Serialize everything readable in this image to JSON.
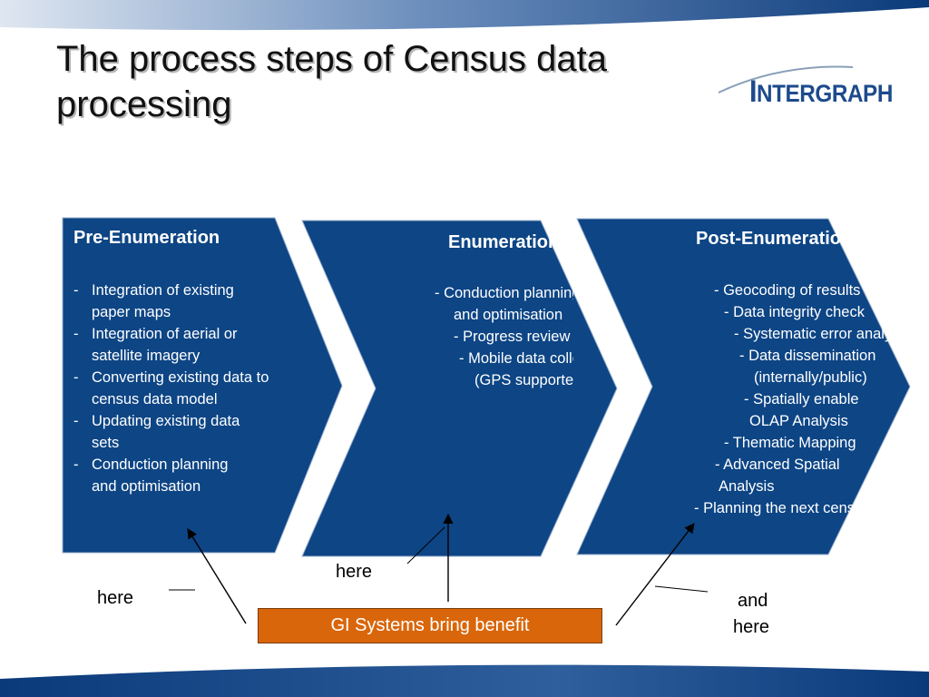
{
  "slide": {
    "title": "The process steps of Census data processing",
    "logo": "INTERGRAPH"
  },
  "stages": {
    "pre": {
      "title": "Pre-Enumeration",
      "items": [
        {
          "lines": [
            "Integration of existing",
            "paper maps"
          ]
        },
        {
          "lines": [
            "Integration of aerial or",
            "satellite imagery"
          ]
        },
        {
          "lines": [
            "Converting existing data to",
            "census data model"
          ]
        },
        {
          "lines": [
            "Updating existing data",
            "sets"
          ]
        },
        {
          "lines": [
            "Conduction planning",
            "and optimisation"
          ]
        }
      ]
    },
    "enum": {
      "title": "Enumeration",
      "lines": [
        "- Conduction planning",
        "and optimisation",
        "-  Progress review",
        "-  Mobile data collection",
        "(GPS supported)"
      ]
    },
    "post": {
      "title": "Post-Enumeration",
      "lines": [
        "- Geocoding of results",
        "- Data integrity check",
        "- Systematic error analysis",
        "- Data dissemination",
        "(internally/public)",
        "- Spatially enable",
        "OLAP Analysis",
        "- Thematic Mapping",
        "- Advanced Spatial",
        "Analysis",
        "- Planning the next census"
      ]
    }
  },
  "annotations": {
    "here_left": "here",
    "here_middle": "here",
    "and_here_line1": "and",
    "and_here_line2": "here",
    "benefit": "GI Systems bring benefit"
  },
  "colors": {
    "chevron_fill": "#0d4585",
    "banner_blue": "#0a3a7a",
    "benefit_fill": "#d9660a"
  }
}
